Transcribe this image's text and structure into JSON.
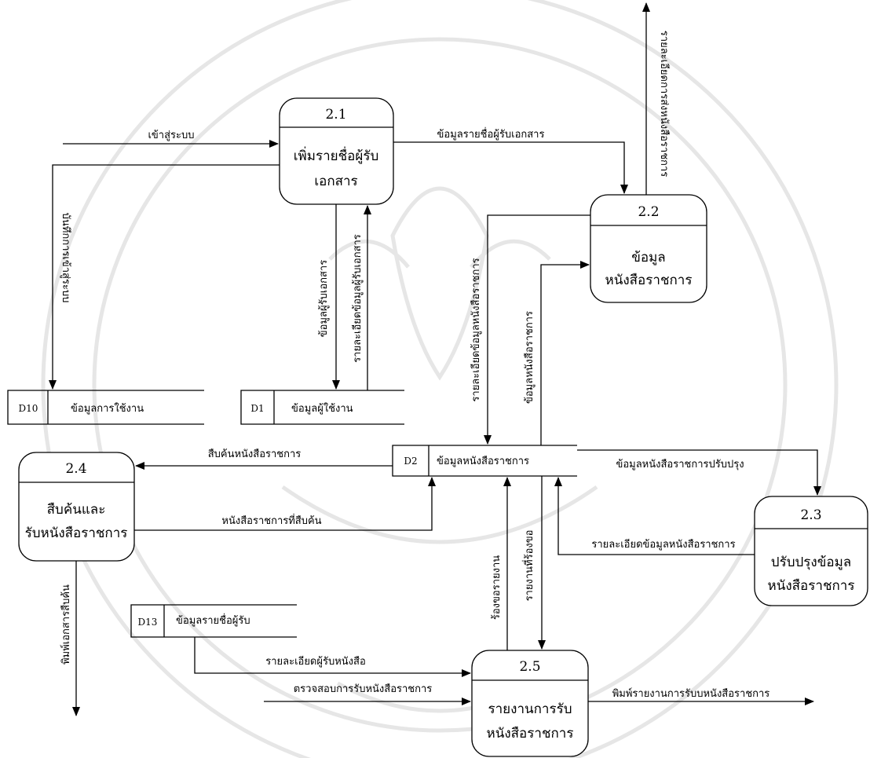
{
  "diagram": {
    "processes": [
      {
        "id": "p21",
        "number": "2.1",
        "lines": [
          "เพิ่มรายชื่อผู้รับ",
          "เอกสาร"
        ]
      },
      {
        "id": "p22",
        "number": "2.2",
        "lines": [
          "ข้อมูล",
          "หนังสือราชการ"
        ]
      },
      {
        "id": "p23",
        "number": "2.3",
        "lines": [
          "ปรับปรุงข้อมูล",
          "หนังสือราชการ"
        ]
      },
      {
        "id": "p24",
        "number": "2.4",
        "lines": [
          "สืบค้นและ",
          "รับหนังสือราชการ"
        ]
      },
      {
        "id": "p25",
        "number": "2.5",
        "lines": [
          "รายงานการรับ",
          "หนังสือราชการ"
        ]
      }
    ],
    "stores": [
      {
        "id": "d10",
        "code": "D10",
        "name": "ข้อมูลการใช้งาน"
      },
      {
        "id": "d1",
        "code": "D1",
        "name": "ข้อมูลผู้ใช้งาน"
      },
      {
        "id": "d2",
        "code": "D2",
        "name": "ข้อมูลหนังสือราชการ"
      },
      {
        "id": "d13",
        "code": "D13",
        "name": "ข้อมูลรายชื่อผู้รับ"
      }
    ],
    "flows": [
      {
        "id": "f-login",
        "label": "เข้าสู่ระบบ"
      },
      {
        "id": "f-recipient-list",
        "label": "ข้อมูลรายชื่อผู้รับเอกสาร"
      },
      {
        "id": "f-send-detail",
        "label": "รายละเอียดการส่งหนังสือราชการ"
      },
      {
        "id": "f-usage-log",
        "label": "บันทึกการเข้าสู่ระบบ"
      },
      {
        "id": "f-recipient-data",
        "label": "ข้อมูลผู้รับเอกสาร"
      },
      {
        "id": "f-recipient-detail",
        "label": "รายละเอียดข้อมูลผู้รับเอกสาร"
      },
      {
        "id": "f-doc-detail",
        "label": "รายละเอียดข้อมูลหนังสือราชการ"
      },
      {
        "id": "f-doc-data",
        "label": "ข้อมูลหนังสือราชการ"
      },
      {
        "id": "f-search-doc",
        "label": "สืบค้นหนังสือราชการ"
      },
      {
        "id": "f-found-doc",
        "label": "หนังสือราชการที่สืบค้น"
      },
      {
        "id": "f-doc-update",
        "label": "ข้อมูลหนังสือราชการปรับปรุง"
      },
      {
        "id": "f-doc-detail-2",
        "label": "รายละเอียดข้อมูลหนังสือราชการ"
      },
      {
        "id": "f-print-search",
        "label": "พิมพ์เอกสารสืบค้น"
      },
      {
        "id": "f-request-report",
        "label": "ร้องขอรายงาน"
      },
      {
        "id": "f-requested-report",
        "label": "รายงานที่ร้องขอ"
      },
      {
        "id": "f-recipient-doc-detail",
        "label": "รายละเอียดผู้รับหนังสือ"
      },
      {
        "id": "f-check-receive",
        "label": "ตรวจสอบการรับหนังสือราชการ"
      },
      {
        "id": "f-print-report",
        "label": "พิมพ์รายงานการรับบหนังสือราชการ"
      }
    ]
  }
}
